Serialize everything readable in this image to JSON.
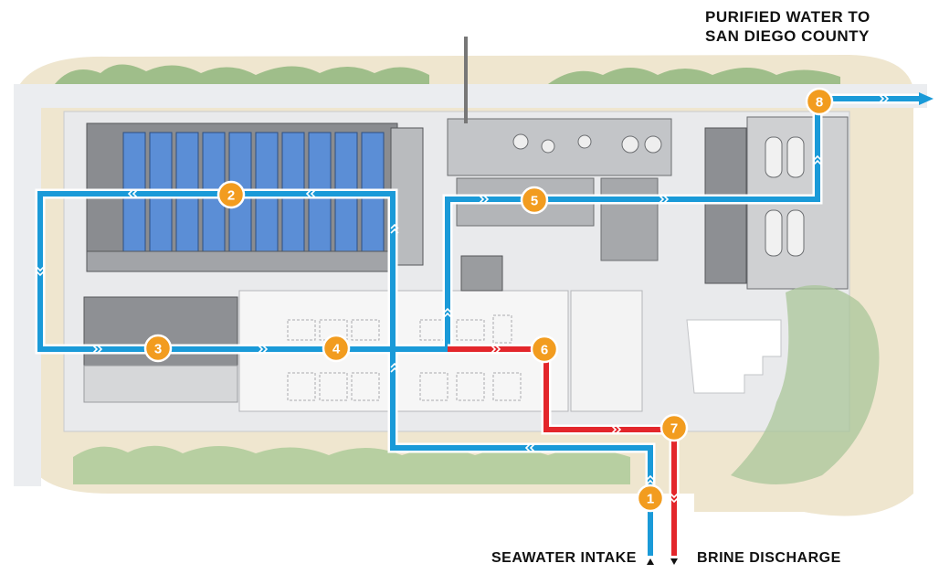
{
  "labels": {
    "purified_line1": "PURIFIED WATER TO",
    "purified_line2": "SAN DIEGO COUNTY",
    "seawater_intake": "SEAWATER INTAKE",
    "brine_discharge": "BRINE DISCHARGE"
  },
  "steps": [
    "1",
    "2",
    "3",
    "4",
    "5",
    "6",
    "7",
    "8"
  ],
  "colors": {
    "water_flow": "#1a9ad8",
    "brine_flow": "#e3262b",
    "step_badge": "#f29c1f",
    "filter_tank": "#5b8ed6",
    "ground": "#efe6cf",
    "vegetation": "#9fbe8a"
  }
}
